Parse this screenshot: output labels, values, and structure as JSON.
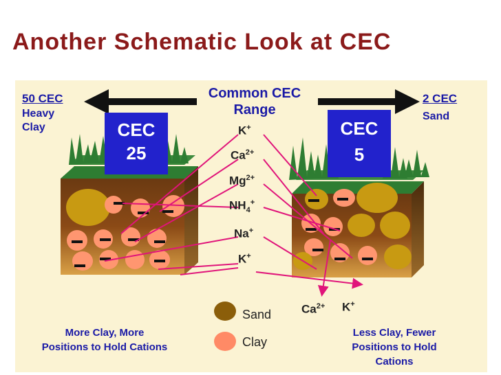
{
  "title": "Another Schematic Look at CEC",
  "range": {
    "line1": "Common CEC",
    "line2": "Range"
  },
  "left_end": {
    "value": "50 CEC",
    "type_line1": "Heavy",
    "type_line2": "Clay"
  },
  "right_end": {
    "value": "2 CEC",
    "type": "Sand"
  },
  "left_box": {
    "label": "CEC",
    "number": "25"
  },
  "right_box": {
    "label": "CEC",
    "number": "5"
  },
  "ions": [
    {
      "base": "K",
      "charge": "+"
    },
    {
      "base": "Ca",
      "charge": "2+"
    },
    {
      "base": "Mg",
      "charge": "2+"
    },
    {
      "base": "NH",
      "sub": "4",
      "charge": "+"
    },
    {
      "base": "Na",
      "charge": "+"
    },
    {
      "base": "K",
      "charge": "+"
    }
  ],
  "released": [
    {
      "base": "Ca",
      "charge": "2+"
    },
    {
      "base": "K",
      "charge": "+"
    }
  ],
  "legend": [
    {
      "label": "Sand",
      "color": "#8b5e0a"
    },
    {
      "label": "Clay",
      "color": "#ff8a66"
    }
  ],
  "captions": {
    "left_line1": "More Clay, More",
    "left_line2": "Positions to Hold Cations",
    "right_line1": "Less Clay, Fewer",
    "right_line2": "Positions to Hold",
    "right_line3": "Cations"
  },
  "colors": {
    "title": "#8b1a1a",
    "panel": "#fbf3d3",
    "cec_box": "#2222cc",
    "connector": "#e0147a",
    "soil": "#8b4513",
    "grass": "#2e7d32"
  }
}
